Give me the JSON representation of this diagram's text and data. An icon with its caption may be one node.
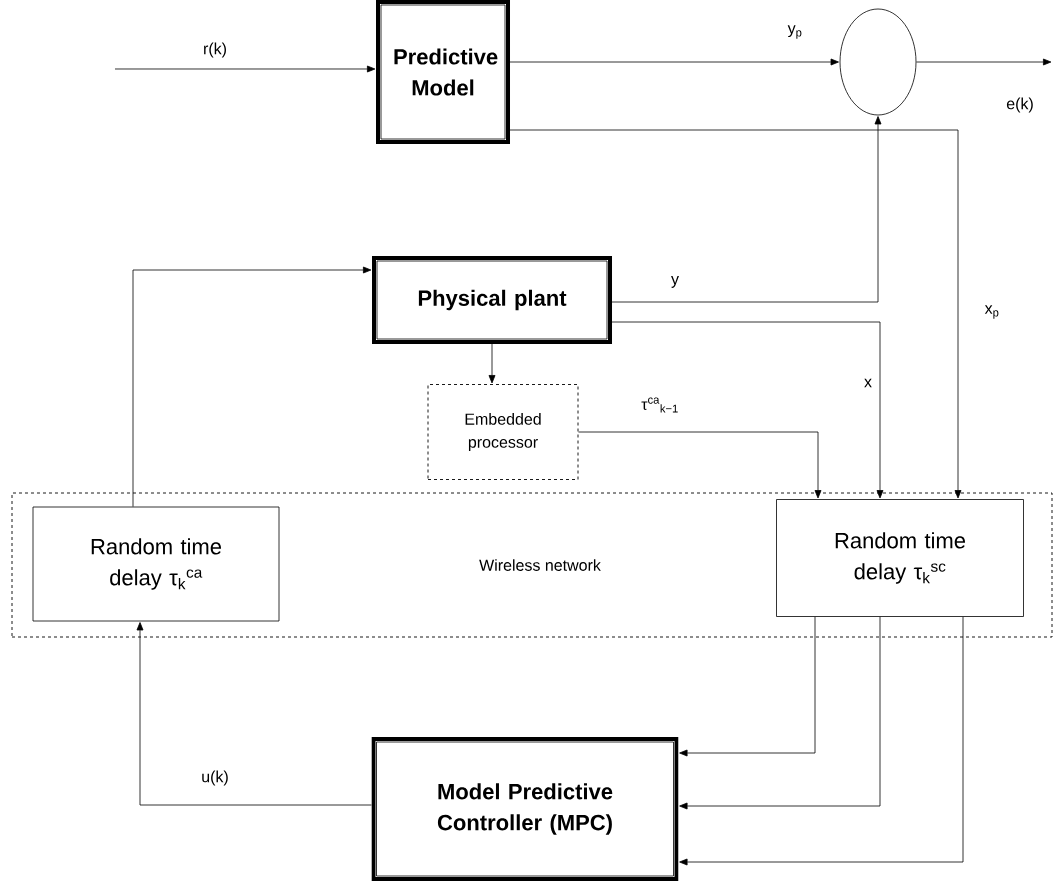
{
  "diagram": {
    "nodes": [
      {
        "text": [
          "Predictive Model"
        ]
      },
      {
        "text": [],
        "shape": "circle"
      },
      {
        "text": [
          "Physical plant"
        ]
      },
      {
        "text": [
          "Embedded processor"
        ]
      },
      {
        "text": [
          "Wireless network"
        ]
      },
      {
        "text": [
          "Random time delay τ$_{k}$$^{ca}$"
        ],
        "in": 4
      },
      {
        "text": [
          "Random time delay τ$_{k}$$^{sc}$"
        ],
        "in": 4
      },
      {
        "text": [
          "Model Predictive Controller (MPC)"
        ]
      }
    ],
    "edges": [
      {
        "from": null,
        "to": 0,
        "arrow": "to",
        "label": "r(k)"
      },
      {
        "from": 0,
        "to": 1,
        "arrow": "to",
        "label": "y$_{p}$"
      },
      {
        "from": 1,
        "to": null,
        "arrow": "to",
        "label": "e(k)"
      },
      {
        "from": 0,
        "to": 6,
        "arrow": "to",
        "label": "x$_{p}$"
      },
      {
        "from": 2,
        "to": 1,
        "arrow": "to",
        "label": "y"
      },
      {
        "from": 2,
        "to": 6,
        "arrow": "to",
        "label": "x"
      },
      {
        "from": 2,
        "to": 3,
        "arrow": "to"
      },
      {
        "from": 3,
        "to": 6,
        "arrow": "to",
        "label": "τ$^{ca}$$_{k−1}$"
      },
      {
        "from": 5,
        "to": 2,
        "arrow": "to"
      },
      {
        "from": 7,
        "to": 5,
        "arrow": "to",
        "label": "u(k)"
      },
      {
        "from": 6,
        "to": 7,
        "arrow": "to"
      },
      {
        "from": 6,
        "to": 7,
        "arrow": "to"
      },
      {
        "from": 6,
        "to": 7,
        "arrow": "to"
      }
    ]
  }
}
